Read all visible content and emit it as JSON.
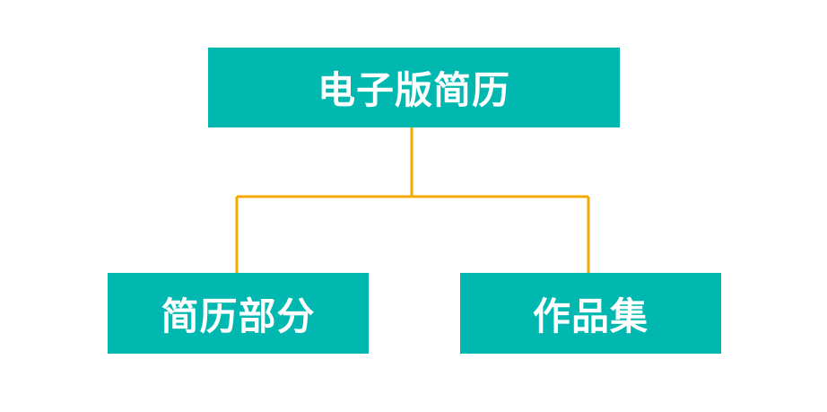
{
  "diagram": {
    "root": {
      "label": "电子版简历"
    },
    "children": [
      {
        "label": "简历部分"
      },
      {
        "label": "作品集"
      }
    ]
  },
  "colors": {
    "node_fill": "#00B8B0",
    "node_text": "#FFFFFF",
    "connector": "#F5A800",
    "background": "#FFFFFF"
  }
}
